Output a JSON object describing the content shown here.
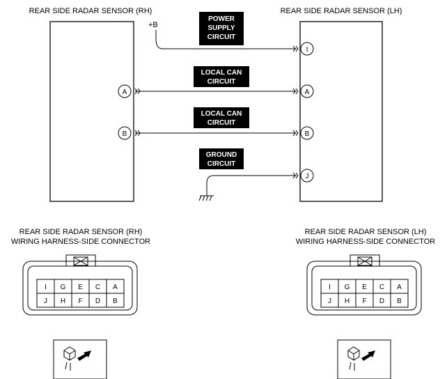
{
  "sensor_rh": {
    "title": "REAR SIDE RADAR SENSOR (RH)"
  },
  "sensor_lh": {
    "title": "REAR SIDE RADAR SENSOR (LH)"
  },
  "supply": {
    "label": "+B"
  },
  "circuits": {
    "power": {
      "lines": [
        "POWER",
        "SUPPLY",
        "CIRCUIT"
      ]
    },
    "can_a": {
      "lines": [
        "LOCAL CAN",
        "CIRCUIT"
      ]
    },
    "can_b": {
      "lines": [
        "LOCAL CAN",
        "CIRCUIT"
      ]
    },
    "ground": {
      "lines": [
        "GROUND",
        "CIRCUIT"
      ]
    }
  },
  "terminals": {
    "rh": [
      "A",
      "B"
    ],
    "lh": [
      "I",
      "A",
      "B",
      "J"
    ]
  },
  "connector_rh": {
    "line1": "REAR SIDE RADAR SENSOR (RH)",
    "line2": "WIRING HARNESS-SIDE CONNECTOR"
  },
  "connector_lh": {
    "line1": "REAR SIDE RADAR SENSOR (LH)",
    "line2": "WIRING HARNESS-SIDE CONNECTOR"
  },
  "connector_pins": {
    "top": [
      "I",
      "G",
      "E",
      "C",
      "A"
    ],
    "bottom": [
      "J",
      "H",
      "F",
      "D",
      "B"
    ]
  }
}
